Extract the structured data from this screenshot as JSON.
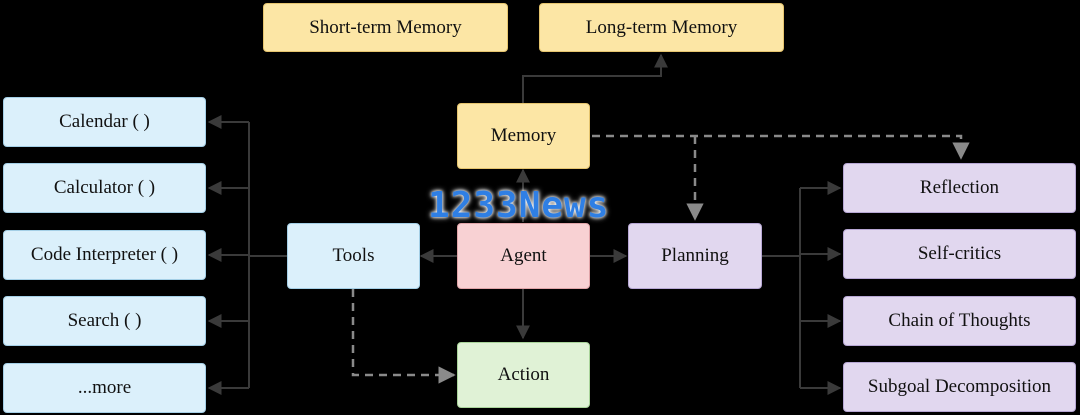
{
  "colors": {
    "memory_fill": "#fce6a5",
    "tools_fill": "#dbf0fb",
    "planning_fill": "#e1d7ef",
    "agent_fill": "#f8d1d3",
    "action_fill": "#e0f2d6",
    "arrow_solid": "#3a3a3a",
    "arrow_dashed": "#8a8a8a",
    "watermark": "#2f7fe4"
  },
  "watermark": "1233News",
  "nodes": {
    "short_term_memory": "Short-term Memory",
    "long_term_memory": "Long-term Memory",
    "memory": "Memory",
    "agent": "Agent",
    "tools": "Tools",
    "planning": "Planning",
    "action": "Action"
  },
  "tools_list": [
    "Calendar ( )",
    "Calculator ( )",
    "Code Interpreter ( )",
    "Search ( )",
    "...more"
  ],
  "planning_list": [
    "Reflection",
    "Self-critics",
    "Chain of Thoughts",
    "Subgoal Decomposition"
  ]
}
